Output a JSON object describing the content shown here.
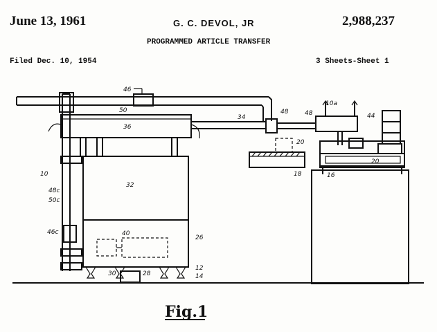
{
  "header": {
    "date": "June 13, 1961",
    "author": "G. C. DEVOL, JR",
    "patent_number": "2,988,237",
    "title": "PROGRAMMED ARTICLE TRANSFER",
    "filed": "Filed Dec. 10, 1954",
    "sheets": "3 Sheets-Sheet 1"
  },
  "figure_label": "Fig.1",
  "reference_numerals": {
    "r46_top": "46",
    "r50_top": "50",
    "r36": "36",
    "r34": "34",
    "r48a": "48",
    "r48b": "48",
    "r10a": "10a",
    "r44": "44",
    "r20a": "20",
    "r20b": "20",
    "r18": "18",
    "r16": "16",
    "r10": "10",
    "r48c": "48c",
    "r50c": "50c",
    "r32": "32",
    "r46c": "46c",
    "r40": "40",
    "r26": "26",
    "r30": "30",
    "r28": "28",
    "r12": "12",
    "r14": "14"
  }
}
